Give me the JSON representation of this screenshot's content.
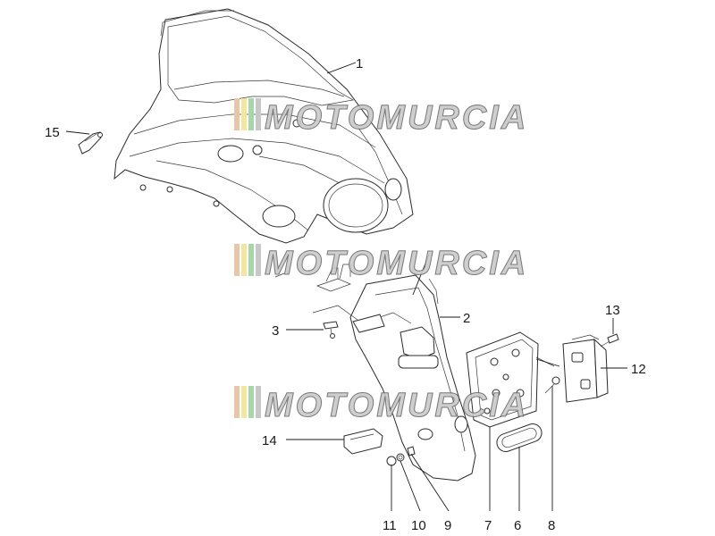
{
  "watermark": {
    "text": "MOTOMURCIA",
    "stripe_colors": [
      "#e8c7a8",
      "#f2e6a0",
      "#a8d6a8",
      "#c8c8c8"
    ],
    "text_fill": "#c9c9c9",
    "text_stroke": "#6a6a6a"
  },
  "callouts": [
    {
      "id": "1",
      "label": "1"
    },
    {
      "id": "2",
      "label": "2"
    },
    {
      "id": "3",
      "label": "3"
    },
    {
      "id": "6",
      "label": "6"
    },
    {
      "id": "7",
      "label": "7"
    },
    {
      "id": "8",
      "label": "8"
    },
    {
      "id": "9",
      "label": "9"
    },
    {
      "id": "10",
      "label": "10"
    },
    {
      "id": "11",
      "label": "11"
    },
    {
      "id": "12",
      "label": "12"
    },
    {
      "id": "13",
      "label": "13"
    },
    {
      "id": "14",
      "label": "14"
    },
    {
      "id": "15",
      "label": "15"
    }
  ]
}
